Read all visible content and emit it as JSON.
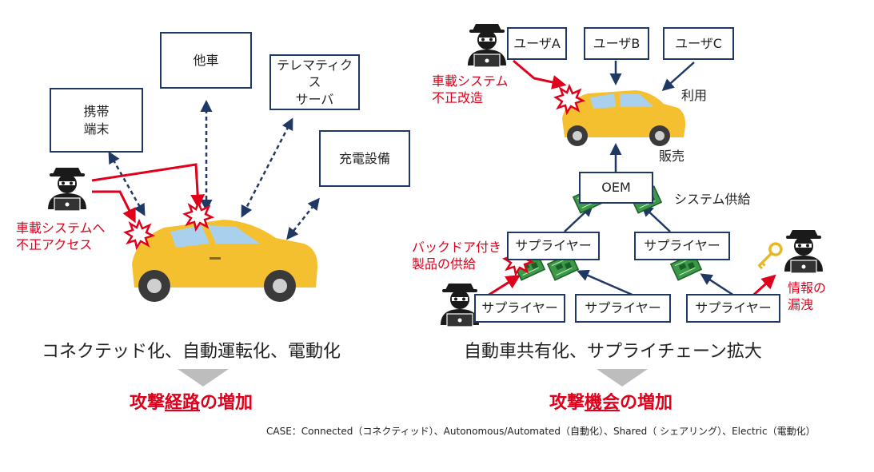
{
  "left": {
    "boxes": {
      "handheld": "携帯\n端末",
      "other_car": "他車",
      "telematics": "テレマティクス\nサーバ",
      "charging": "充電設備"
    },
    "attack_label": "車載システムへ\n不正アクセス",
    "caption": "コネクテッド化、自動運転化、電動化",
    "result_prefix": "攻撃",
    "result_underlined": "経路",
    "result_suffix": "の増加"
  },
  "right": {
    "users": [
      "ユーザA",
      "ユーザB",
      "ユーザC"
    ],
    "usage_label": "利用",
    "tamper_label": "車載システム\n不正改造",
    "sales_label": "販売",
    "oem": "OEM",
    "system_supply_label": "システム供給",
    "supplier_label": "サプライヤー",
    "backdoor_label": "バックドア付き\n製品の供給",
    "leak_label": "情報の\n漏洩",
    "caption": "自動車共有化、サプライチェーン拡大",
    "result_prefix": "攻撃",
    "result_underlined": "機会",
    "result_suffix": "の増加"
  },
  "footnote": "CASE：Connected（コネクティッド）、Autonomous/Automated（自動化）、Shared（ シェアリング）、Electric（電動化）",
  "colors": {
    "navy": "#1f3864",
    "red": "#e0001b",
    "car": "#f5c030",
    "chip": "#3a9a48"
  }
}
